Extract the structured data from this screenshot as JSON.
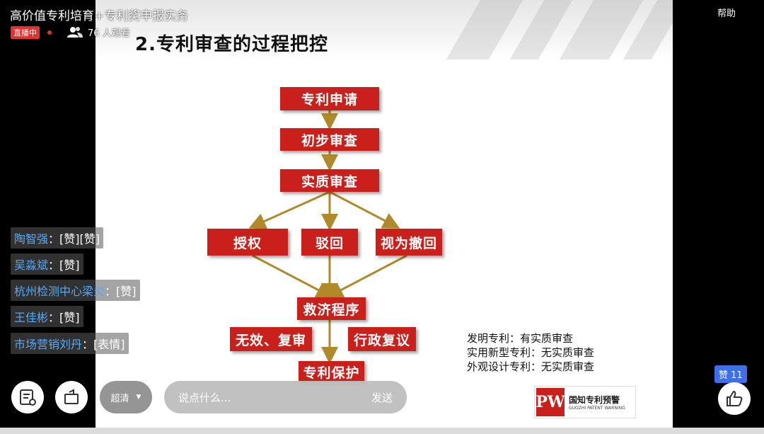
{
  "stream": {
    "title": "高价值专利培育+专利奖申报实务",
    "live_badge": "直播中",
    "viewers": "76 人观看",
    "help": "帮助"
  },
  "slide": {
    "title": "2.专利审查的过程把控",
    "flow": {
      "apply": "专利申请",
      "prelim": "初步审查",
      "substantive": "实质审查",
      "grant": "授权",
      "reject": "驳回",
      "withdrawn": "视为撤回",
      "remedy": "救济程序",
      "invalid": "无效、复审",
      "admin": "行政复议",
      "protect": "专利保护"
    },
    "notes": [
      "发明专利：有实质审查",
      "实用新型专利：无实质审查",
      "外观设计专利：无实质审查"
    ],
    "logo": {
      "mark": "PW",
      "cn": "国知专利预警",
      "en": "GUOZHI PATENT WARNING"
    },
    "colors": {
      "box": "#c9201c",
      "arrow": "#b08a2a"
    }
  },
  "chat": [
    {
      "name": "陶智强",
      "msg": "：[赞][赞]"
    },
    {
      "name": "吴淼斌",
      "msg": "：[赞]"
    },
    {
      "name": "杭州检测中心梁炎",
      "msg": "：[赞]"
    },
    {
      "name": "王佳彬",
      "msg": "：[赞]"
    },
    {
      "name": "市场营销刘丹",
      "msg": "：[表情]"
    }
  ],
  "controls": {
    "quality": "超清",
    "input_placeholder": "说点什么...",
    "send": "发送",
    "likes": "赞 11"
  }
}
